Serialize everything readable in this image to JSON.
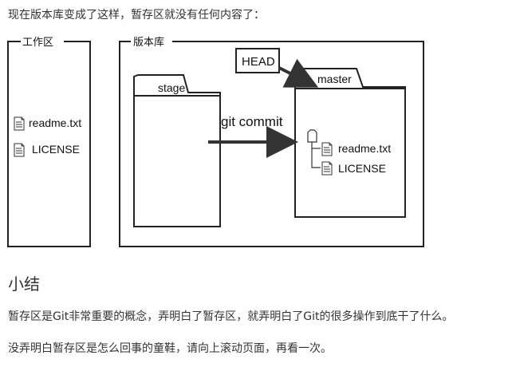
{
  "intro_text": "现在版本库变成了这样，暂存区就没有任何内容了：",
  "diagram": {
    "workspace_label": "工作区",
    "repository_label": "版本库",
    "workspace_files": [
      "readme.txt",
      "LICENSE"
    ],
    "stage_label": "stage",
    "commit_label": "git commit",
    "head_label": "HEAD",
    "master_label": "master",
    "master_files": [
      "readme.txt",
      "LICENSE"
    ]
  },
  "section_title": "小结",
  "paragraph1": "暂存区是Git非常重要的概念，弄明白了暂存区，就弄明白了Git的很多操作到底干了什么。",
  "paragraph2": "没弄明白暂存区是怎么回事的童鞋，请向上滚动页面，再看一次。"
}
